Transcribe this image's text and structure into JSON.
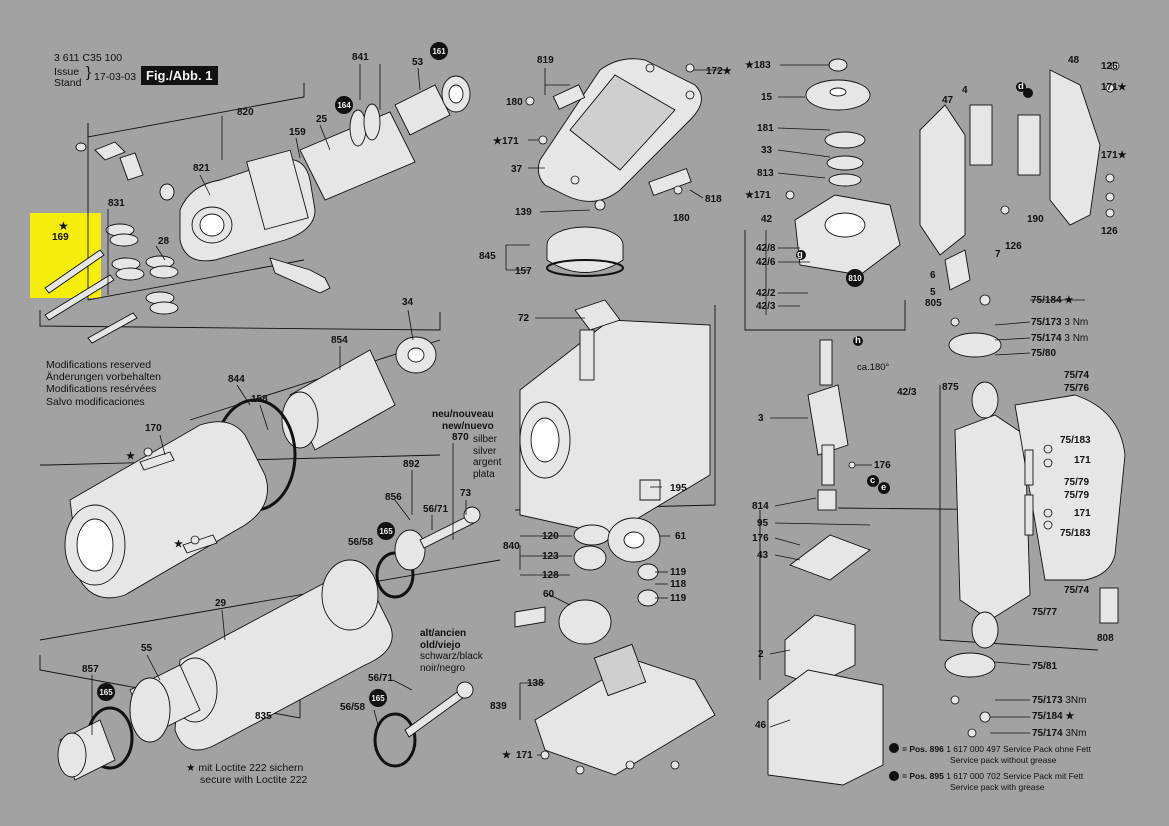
{
  "header": {
    "doc_number": "3 611 C35 100",
    "issue_label": "Issue",
    "stand_label": "Stand",
    "date": "17-03-03",
    "figure": "Fig./Abb. 1"
  },
  "notes": {
    "modifications": [
      "Modifications reserved",
      "Änderungen vorbehalten",
      "Modifications resérvées",
      "Salvo modificaciones"
    ],
    "loctite": [
      "mit Loctite 222 sichern",
      "secure with Loctite 222"
    ],
    "new_label": [
      "neu/nouveau",
      "new/nuevo"
    ],
    "old_label": [
      "alt/ancien",
      "old/viejo",
      "schwarz/black",
      "noir/negro"
    ],
    "silver": [
      "silber",
      "silver",
      "argent",
      "plata"
    ],
    "ca180": "ca.180°"
  },
  "service_packs": [
    {
      "prefix": "= Pos. 896",
      "number": "1 617 000 497",
      "de": "Service Pack ohne Fett",
      "en": "Service pack without grease"
    },
    {
      "prefix": "= Pos. 895",
      "number": "1 617 000 702",
      "de": "Service Pack mit Fett",
      "en": "Service pack with grease"
    }
  ],
  "colors": {
    "background": "#a2a2a2",
    "highlight": "#f5ee0a",
    "ink": "#111111",
    "fill_light": "#e6e6e6"
  },
  "highlight_part": {
    "star": "★",
    "number": "169"
  },
  "labels": {
    "p819": "819",
    "p180a": "180",
    "p171a": "★171",
    "p37": "37",
    "p172": "172★",
    "p818": "818",
    "p180b": "180",
    "p139": "139",
    "p845": "845",
    "p157": "157",
    "p72": "72",
    "p841": "841",
    "p53": "53",
    "p820": "820",
    "p159": "159",
    "p25": "25",
    "p821": "821",
    "p831": "831",
    "p28": "28",
    "p34": "34",
    "p854": "854",
    "p844": "844",
    "p158": "158",
    "p170": "170",
    "p892": "892",
    "p856": "856",
    "p5671a": "56/71",
    "p5658a": "56/58",
    "p73": "73",
    "p870": "870",
    "p29": "29",
    "p857": "857",
    "p55": "55",
    "p835": "835",
    "p5671b": "56/71",
    "p5658b": "56/58",
    "p161": "161",
    "p164": "164",
    "p165a": "165",
    "p165b": "165",
    "p165c": "165",
    "p120": "120",
    "p123": "123",
    "p128": "128",
    "p840": "840",
    "p61": "61",
    "p119a": "119",
    "p118": "118",
    "p119b": "119",
    "p60": "60",
    "p138": "138",
    "p839": "839",
    "p171b": "171",
    "p195": "195",
    "p183": "★183",
    "p15": "15",
    "p181": "181",
    "p33": "33",
    "p813": "813",
    "p171c": "★171",
    "p42": "42",
    "p428": "42/8",
    "p426": "42/6",
    "p422": "42/2",
    "p423": "42/3",
    "p423b": "42/3",
    "p810": "810",
    "p3": "3",
    "p176a": "176",
    "p814": "814",
    "p95": "95",
    "p176b": "176",
    "p43": "43",
    "p2": "2",
    "p46": "46",
    "p48": "48",
    "p126a": "126",
    "p171d": "171★",
    "p47": "47",
    "p4": "4",
    "p171e": "171★",
    "p190": "190",
    "p126b": "126",
    "p126c": "126",
    "p7": "7",
    "p6": "6",
    "p5": "5",
    "p805": "805",
    "p75184a": "75/184",
    "p75173a": "75/173",
    "nm1": "3 Nm",
    "p75174a": "75/174",
    "nm2": "3 Nm",
    "p7580": "75/80",
    "p875": "875",
    "p7574a": "75/74",
    "p7576": "75/76",
    "p75183a": "75/183",
    "p171f": "171",
    "p7579a": "75/79",
    "p7579b": "75/79",
    "p171g": "171",
    "p75183b": "75/183",
    "p7574b": "75/74",
    "p7577": "75/77",
    "p808": "808",
    "p7581": "75/81",
    "p75173b": "75/173",
    "nm3": "3Nm",
    "p75184b": "75/184",
    "p75174b": "75/174",
    "nm4": "3Nm",
    "c": "c",
    "d": "d",
    "e": "e",
    "g": "g",
    "h": "h",
    "star": "★"
  }
}
